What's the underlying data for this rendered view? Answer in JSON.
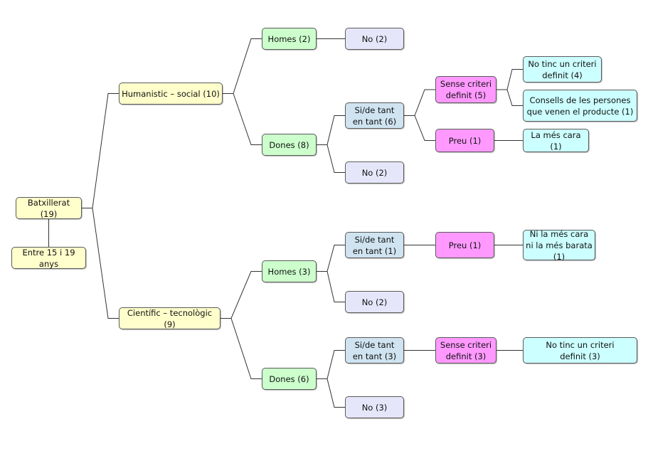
{
  "colors": {
    "root": "#ffffcc",
    "branch": "#ffffcc",
    "gender": "#ccffcc",
    "no": "#e6e6fa",
    "yes": "#cfe3f0",
    "criterion": "#ff99ff",
    "detail": "#ccffff",
    "line": "#333333"
  },
  "nodes": [
    {
      "id": "batx",
      "label": "Batxillerat (19)",
      "type": "root",
      "parent": null
    },
    {
      "id": "age",
      "label": "Entre 15 i 19 anys",
      "type": "root",
      "parent": "batx",
      "link": "vertical"
    },
    {
      "id": "hum",
      "label": "Humanistic – social (10)",
      "type": "branch",
      "parent": "batx"
    },
    {
      "id": "cie",
      "label": "Científic – tecnològic (9)",
      "type": "branch",
      "parent": "batx"
    },
    {
      "id": "hum_h",
      "label": "Homes (2)",
      "type": "gender",
      "parent": "hum"
    },
    {
      "id": "hum_d",
      "label": "Dones (8)",
      "type": "gender",
      "parent": "hum"
    },
    {
      "id": "cie_h",
      "label": "Homes (3)",
      "type": "gender",
      "parent": "cie"
    },
    {
      "id": "cie_d",
      "label": "Dones (6)",
      "type": "gender",
      "parent": "cie"
    },
    {
      "id": "hum_h_no",
      "label": "No (2)",
      "type": "no",
      "parent": "hum_h"
    },
    {
      "id": "hum_d_si",
      "label": "Si/de tant en tant (6)",
      "type": "yes",
      "parent": "hum_d"
    },
    {
      "id": "hum_d_no",
      "label": "No (2)",
      "type": "no",
      "parent": "hum_d"
    },
    {
      "id": "cie_h_si",
      "label": "Si/de tant en tant (1)",
      "type": "yes",
      "parent": "cie_h"
    },
    {
      "id": "cie_h_no",
      "label": "No (2)",
      "type": "no",
      "parent": "cie_h"
    },
    {
      "id": "cie_d_si",
      "label": "Si/de tant en tant (3)",
      "type": "yes",
      "parent": "cie_d"
    },
    {
      "id": "cie_d_no",
      "label": "No (3)",
      "type": "no",
      "parent": "cie_d"
    },
    {
      "id": "c1",
      "label": "Sense criteri definit (5)",
      "type": "criterion",
      "parent": "hum_d_si"
    },
    {
      "id": "c2",
      "label": "Preu (1)",
      "type": "criterion",
      "parent": "hum_d_si"
    },
    {
      "id": "c3",
      "label": "Preu (1)",
      "type": "criterion",
      "parent": "cie_h_si"
    },
    {
      "id": "c4",
      "label": "Sense criteri definit (3)",
      "type": "criterion",
      "parent": "cie_d_si"
    },
    {
      "id": "d1",
      "label": "No tinc un criteri definit (4)",
      "type": "detail",
      "parent": "c1"
    },
    {
      "id": "d2",
      "label": "Consells de les persones que venen el producte (1)",
      "type": "detail",
      "parent": "c1"
    },
    {
      "id": "d3",
      "label": "La més cara (1)",
      "type": "detail",
      "parent": "c2"
    },
    {
      "id": "d4",
      "label": "Ni la més cara ni la més barata (1)",
      "type": "detail",
      "parent": "c3"
    },
    {
      "id": "d5",
      "label": "No tinc un criteri definit (3)",
      "type": "detail",
      "parent": "c4"
    }
  ]
}
